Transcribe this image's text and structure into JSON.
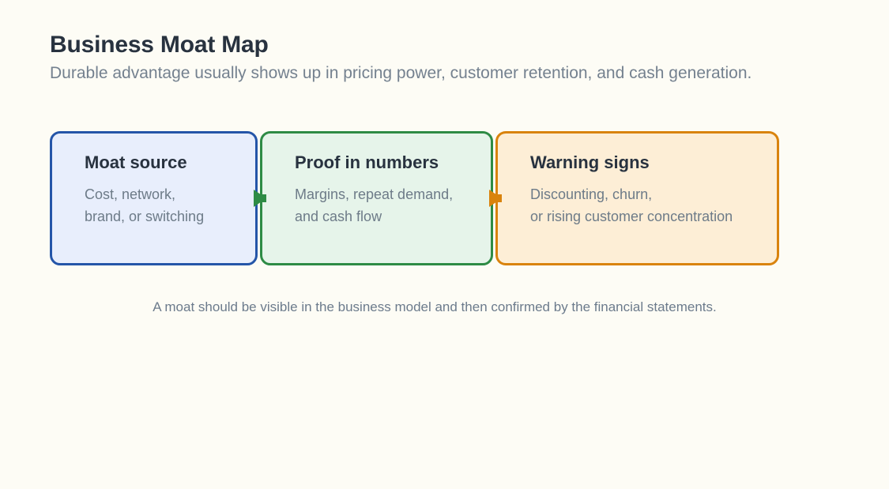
{
  "header": {
    "title": "Business Moat Map",
    "subtitle": "Durable advantage usually shows up in pricing power, customer retention, and cash generation."
  },
  "flow": {
    "cards": [
      {
        "heading": "Moat source",
        "body_line1": "Cost, network,",
        "body_line2": "brand, or switching",
        "fill_color": "#e8eefc",
        "border_color": "#2455a8"
      },
      {
        "heading": "Proof in numbers",
        "body_line1": "Margins, repeat demand,",
        "body_line2": "and cash flow",
        "fill_color": "#e6f4ea",
        "border_color": "#2e8b45"
      },
      {
        "heading": "Warning signs",
        "body_line1": "Discounting, churn,",
        "body_line2": "or rising customer concentration",
        "fill_color": "#fdeed6",
        "border_color": "#d9830d"
      }
    ],
    "connectors": [
      {
        "name": "arrow-right-icon",
        "color": "#2e8b45"
      },
      {
        "name": "arrow-right-icon",
        "color": "#d9830d"
      }
    ]
  },
  "footer": {
    "caption": "A moat should be visible in the business model and then confirmed by the financial statements."
  },
  "colors": {
    "background": "#fdfcf5",
    "title_text": "#28323f",
    "subtitle_text": "#74818f",
    "body_text": "#6d7b88",
    "caption_text": "#6c7b8c"
  }
}
